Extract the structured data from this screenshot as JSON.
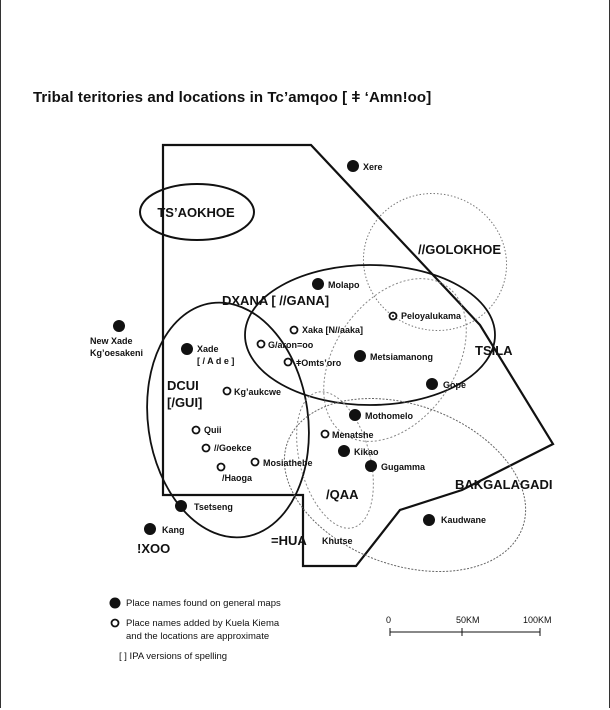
{
  "title": "Tribal  teritories and locations in Tc’amqoo [ ǂ ‘Amn!oo]",
  "tribes": {
    "tsaokhoe": "TS’AOKHOE",
    "golokhoe": "//GOLOKHOE",
    "dxana": "DXANA [ //GANA]",
    "dcui1": "DCUI",
    "dcui2": "[/GUI]",
    "tsila": "TSILA",
    "bakgalagadi": "BAKGALAGADI",
    "qaa": "/QAA",
    "hua": "=HUA",
    "xoo": "!XOO"
  },
  "places_general": {
    "xere": "Xere",
    "molapo": "Molapo",
    "newxade1": "New Xade",
    "newxade2": "Kg’oesakeni",
    "xade1": "Xade",
    "xade2": "[ / A d e ]",
    "metsiamanong": "Metsiamanong",
    "gope": "Gope",
    "mothomelo": "Mothomelo",
    "kikao": "Kikao",
    "gugamma": "Gugamma",
    "tsetseng": "Tsetseng",
    "kang": "Kang",
    "kaudwane": "Kaudwane"
  },
  "places_added": {
    "peloyalukama": "Peloyalukama",
    "xaka": "Xaka [N//aaka]",
    "garon": "G/aron=oo",
    "omtsoro": "ǂOmts’oro",
    "kgaukcwe": "Kg’aukcwe",
    "quii": "Quii",
    "goekce": "//Goekce",
    "menatshe": "Menatshe",
    "mosiathebe": "Mosiathebe",
    "haoga": "/Haoga"
  },
  "other_labels": {
    "khutse": "Khutse"
  },
  "legend": {
    "general": "Place names found on general maps",
    "added1": "Place names added by Kuela Kiema",
    "added2": "and the locations are approximate",
    "ipa": "[ ]  IPA versions of spelling"
  },
  "scale": {
    "zero": "0",
    "mid": "50KM",
    "max": "100KM"
  }
}
